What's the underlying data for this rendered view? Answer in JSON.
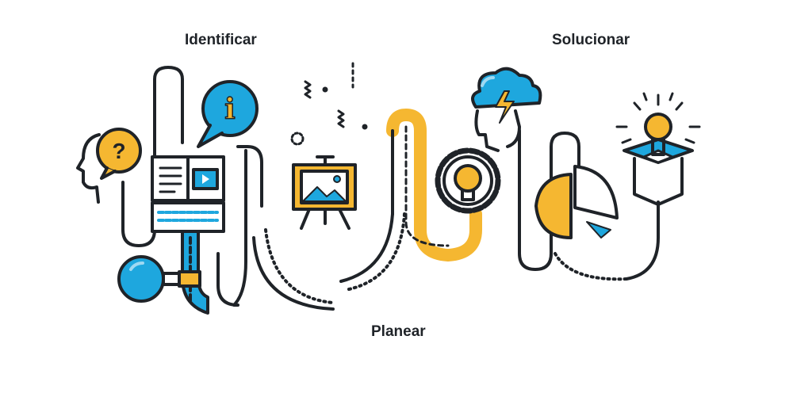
{
  "labels": {
    "identify": "Identificar",
    "solve": "Solucionar",
    "plan": "Planear"
  },
  "icons": {
    "question": "?",
    "info": "i"
  },
  "colors": {
    "dark": "#1f2328",
    "blue": "#1ea7de",
    "yellow": "#f5b731",
    "light_blue": "#9fd9f2"
  }
}
